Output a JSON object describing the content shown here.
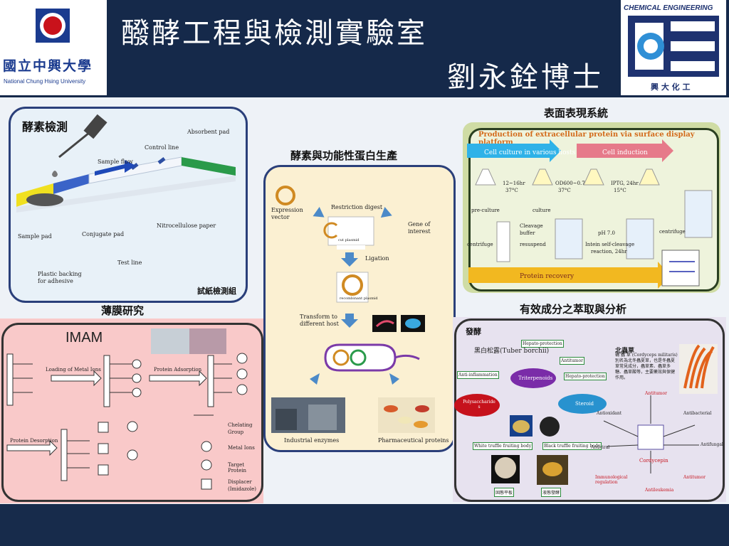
{
  "header": {
    "title": "醱酵工程與檢測實驗室",
    "author": "劉永銓博士",
    "left_logo_text": "國立中興大學",
    "left_logo_subtext": "National Chung Hsing University",
    "right_logo_top": "CHEMICAL ENGINEERING",
    "right_logo_bottom": "興 大 化 工"
  },
  "panels": {
    "enzyme_detection": {
      "title": "酵素檢測",
      "footer": "試紙檢測組",
      "labels": [
        "Absorbent pad",
        "Control line",
        "Sample flow",
        "Sample pad",
        "Conjugate pad",
        "Nitrocellulose paper",
        "Test line",
        "Plastic backing",
        "for adhesive"
      ]
    },
    "enzyme_production": {
      "title": "酵素與功能性蛋白生產",
      "labels": [
        "Expression",
        "vector",
        "Restriction digest",
        "Gene of",
        "interest",
        "cut plasmid",
        "Ligation",
        "recombinant plasmid",
        "Transform to",
        "different host",
        "Industrial enzymes",
        "Pharmaceutical proteins"
      ]
    },
    "surface_display": {
      "title": "表面表現系統",
      "banner": "Production of extracellular protein via surface display platform",
      "arrow1": "Cell culture in various hosts",
      "arrow2": "Cell induction",
      "arrow3": "Protein recovery",
      "labels": [
        "12~16hr",
        "37°C",
        "OD600~0.7",
        "37°C",
        "IPTG, 24hr",
        "15°C",
        "pre-culture",
        "culture",
        "centrifuge",
        "Cleavage",
        "buffer",
        "resuspend",
        "pH 7.0",
        "Intein self-cleavage",
        "reaction, 24hr",
        "centrifuge"
      ]
    },
    "membrane": {
      "title": "薄膜研究",
      "subtitle": "IMAM",
      "labels": [
        "Loading of Metal Ions",
        "Protein Adsorption",
        "Protein Desorption",
        "Chelating",
        "Group",
        "Metal Ions",
        "Target Protein",
        "Displacer",
        "(Imidazole)"
      ]
    },
    "extraction": {
      "title": "有效成分之萃取與分析",
      "subtitle": "發酵",
      "source1": "黑白松露(Tuber borchii)",
      "source2": "北蟲草",
      "source2_desc": "蛹 蟲 草 (Cordyceps militaris) 別名為北冬蟲夏草，也是冬蟲夏草常見成分，蟲草素、蟲草多糖、蟲草酸等，主要藥效與保健作用。",
      "nodes": [
        "Hepato-protection",
        "Antitumor",
        "Anti-inflammation",
        "Triterpenoids",
        "Hepato-protection",
        "Polysaccharide s",
        "Steroid",
        "White truffle fruiting body",
        "Black truffle fruiting body",
        "Cordycepin",
        "Antiviral",
        "Antibacterial",
        "Antioxidant",
        "Antifungal",
        "Immunological regulation",
        "Antileukemia",
        "Antitumor",
        "Antitumor"
      ],
      "bottom1": "固態平板",
      "bottom2": "液態發酵"
    }
  }
}
